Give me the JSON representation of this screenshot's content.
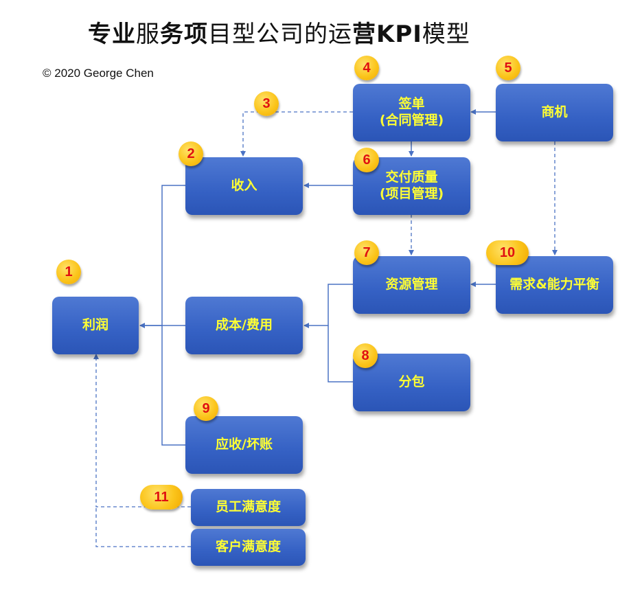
{
  "title": {
    "p1": "专业",
    "p2": "服",
    "p3": "务项",
    "p4": "目型公司的运",
    "p5": "营KPI",
    "p6": "模型"
  },
  "copyright": "© 2020 George Chen",
  "boxes": {
    "profit": "利润",
    "revenue": "收入",
    "contract_line1": "签单",
    "contract_line2": "(合同管理)",
    "opportunity": "商机",
    "delivery_line1": "交付质量",
    "delivery_line2": "(项目管理)",
    "resource": "资源管理",
    "demand": "需求&能力平衡",
    "cost": "成本/费用",
    "subcontract": "分包",
    "receivable": "应收/坏账",
    "employee": "员工满意度",
    "customer": "客户满意度"
  },
  "badges": {
    "b1": "1",
    "b2": "2",
    "b3": "3",
    "b4": "4",
    "b5": "5",
    "b6": "6",
    "b7": "7",
    "b8": "8",
    "b9": "9",
    "b10": "10",
    "b11": "11"
  },
  "colors": {
    "box": "#3561c4",
    "box_text": "#ffff33",
    "badge": "#fbc51c",
    "badge_text": "#e01010",
    "connector": "#4a72c4"
  }
}
